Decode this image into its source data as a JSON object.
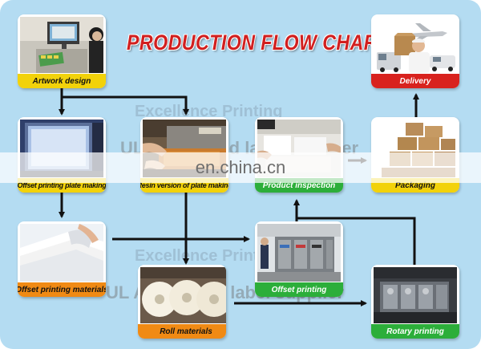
{
  "title": "PRODUCTION FLOW CHART",
  "watermark": "en.china.cn",
  "ghost_text": {
    "brand_top": "Excellence Printing",
    "brand_bottom": "Excellence Printing",
    "ul_top": "UL Authorized label supplier",
    "ul_bottom": "UL Authorized label supplier"
  },
  "nodes": {
    "artwork": "Artwork design",
    "delivery": "Delivery",
    "offset_plate": "Offset printing plate making",
    "resin_plate": "Resin version of plate making",
    "inspection": "Product inspection",
    "packaging": "Packaging",
    "offset_materials": "Offset printing materials",
    "offset_printing": "Offset printing",
    "roll_materials": "Roll materials",
    "rotary_printing": "Rotary printing"
  },
  "colors": {
    "background": "#b4dcf2",
    "title": "#d11f1f",
    "label_yellow": "#f2d20a",
    "label_orange": "#f08a14",
    "label_green": "#2cae3a",
    "label_red": "#d8221e"
  }
}
